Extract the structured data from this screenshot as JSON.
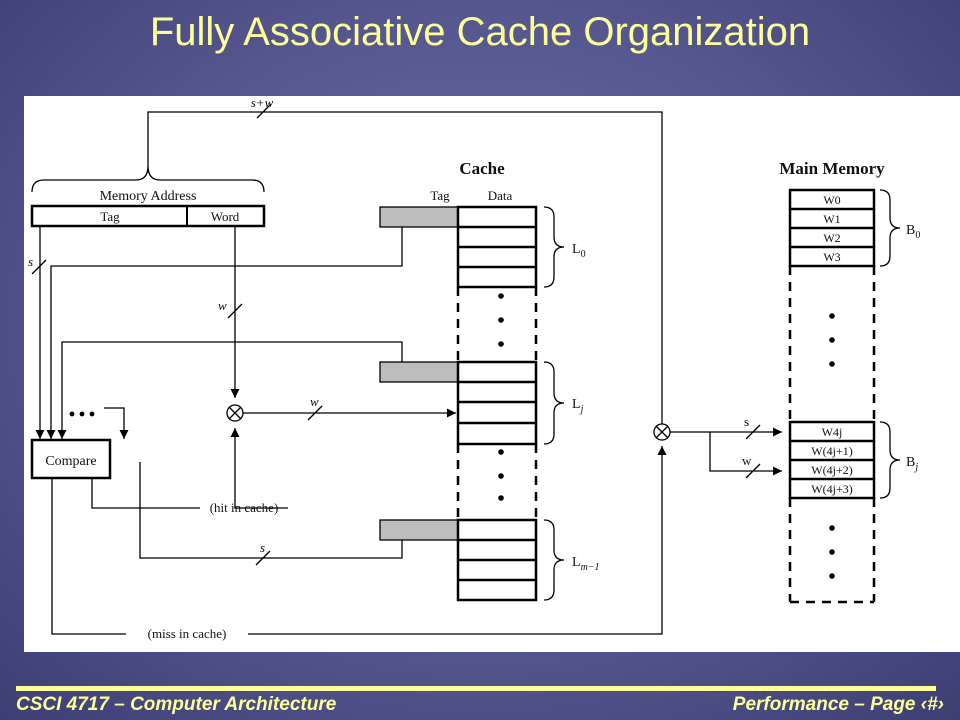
{
  "slide": {
    "title": "Fully Associative Cache Organization"
  },
  "diagram": {
    "address_width_label": "s+w",
    "memory_address_label": "Memory Address",
    "tag_field": "Tag",
    "word_field": "Word",
    "tag_bits": "s",
    "word_bits": "w",
    "cache_title": "Cache",
    "cache_tag_header": "Tag",
    "cache_data_header": "Data",
    "line_0": "L",
    "line_0_sub": "0",
    "line_j": "L",
    "line_j_sub": "j",
    "line_m1": "L",
    "line_m1_sub": "m−1",
    "compare_label": "Compare",
    "hit_label": "(hit in cache)",
    "miss_label": "(miss in cache)",
    "mm_title": "Main Memory",
    "mm_words_b0": [
      "W0",
      "W1",
      "W2",
      "W3"
    ],
    "mm_words_bj": [
      "W4j",
      "W(4j+1)",
      "W(4j+2)",
      "W(4j+3)"
    ],
    "block_0": "B",
    "block_0_sub": "0",
    "block_j": "B",
    "block_j_sub": "j"
  },
  "footer": {
    "course": "CSCI 4717 – Computer Architecture",
    "page": "Performance – Page ‹#›"
  }
}
